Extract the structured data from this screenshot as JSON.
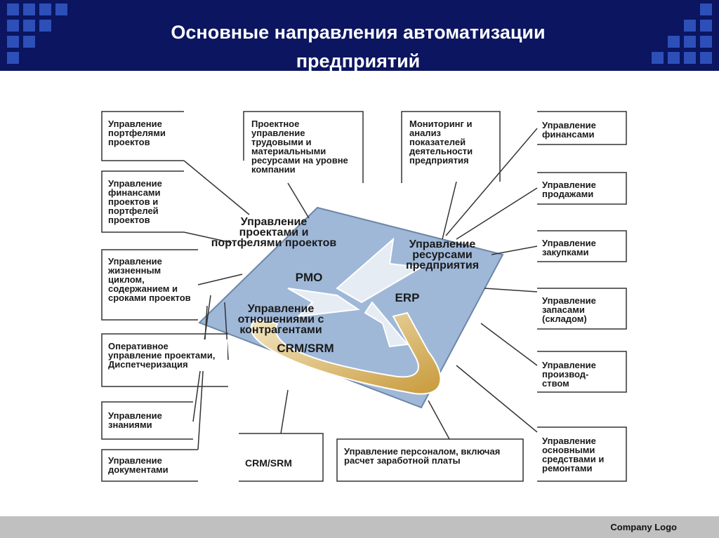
{
  "header": {
    "title_line1": "Основные направления автоматизации",
    "title_line2": "предприятий",
    "bg_color": "#0b1560",
    "accent_color": "#2d4fb8"
  },
  "center": {
    "pmo_area": "Управление проектами и портфелями проектов",
    "pmo_abbr": "PMO",
    "erp_area": "Управление ресурсами предприятия",
    "erp_abbr": "ERP",
    "crm_area": "Управление отношениями с контрагентами",
    "crm_abbr": "CRM/SRM",
    "panel_color": "#9fb8d8",
    "arrow_color": "#d4a94a"
  },
  "boxes": {
    "portfolios": "Управление портфелями проектов",
    "finance_portfolios": "Управление финансами проектов и портфелей проектов",
    "lifecycle": "Управление жизненным циклом, содержанием и сроками проектов",
    "operational": "Оперативное управление проектами, Диспетчеризация",
    "knowledge": "Управление знаниями",
    "documents": "Управление документами",
    "crm_srm": "CRM/SRM",
    "personnel": "Управление персоналом, включая расчет заработной платы",
    "project_resources": "Проектное управление трудовыми и материальными ресурсами на уровне компании",
    "monitoring": "Мониторинг и анализ показателей деятельности предприятия",
    "finance": "Управление финансами",
    "sales": "Управление продажами",
    "purchasing": "Управление закупками",
    "inventory": "Управление запасами (складом)",
    "production": "Управление производ-ством",
    "assets": "Управление основными средствами и ремонтами"
  },
  "footer": {
    "logo_text": "Company Logo"
  }
}
